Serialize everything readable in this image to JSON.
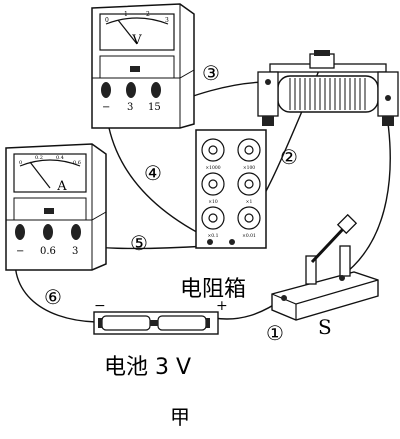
{
  "voltmeter": {
    "symbol": "V",
    "scale": [
      "0",
      "1",
      "2",
      "3"
    ],
    "terminals": [
      "−",
      "3",
      "15"
    ]
  },
  "ammeter": {
    "symbol": "A",
    "scale": [
      "0",
      "0.2",
      "0.4",
      "0.6"
    ],
    "terminals": [
      "−",
      "0.6",
      "3"
    ]
  },
  "wire_labels": [
    "①",
    "②",
    "③",
    "④",
    "⑤",
    "⑥"
  ],
  "resistance_box": {
    "label": "电阻箱",
    "dial_multipliers": [
      "×1000",
      "×100",
      "×10",
      "×1",
      "×0.1",
      "×0.01"
    ]
  },
  "switch": {
    "label": "S"
  },
  "battery": {
    "label": "电池 3 V",
    "minus": "−",
    "plus": "+"
  },
  "figure_caption": "甲"
}
